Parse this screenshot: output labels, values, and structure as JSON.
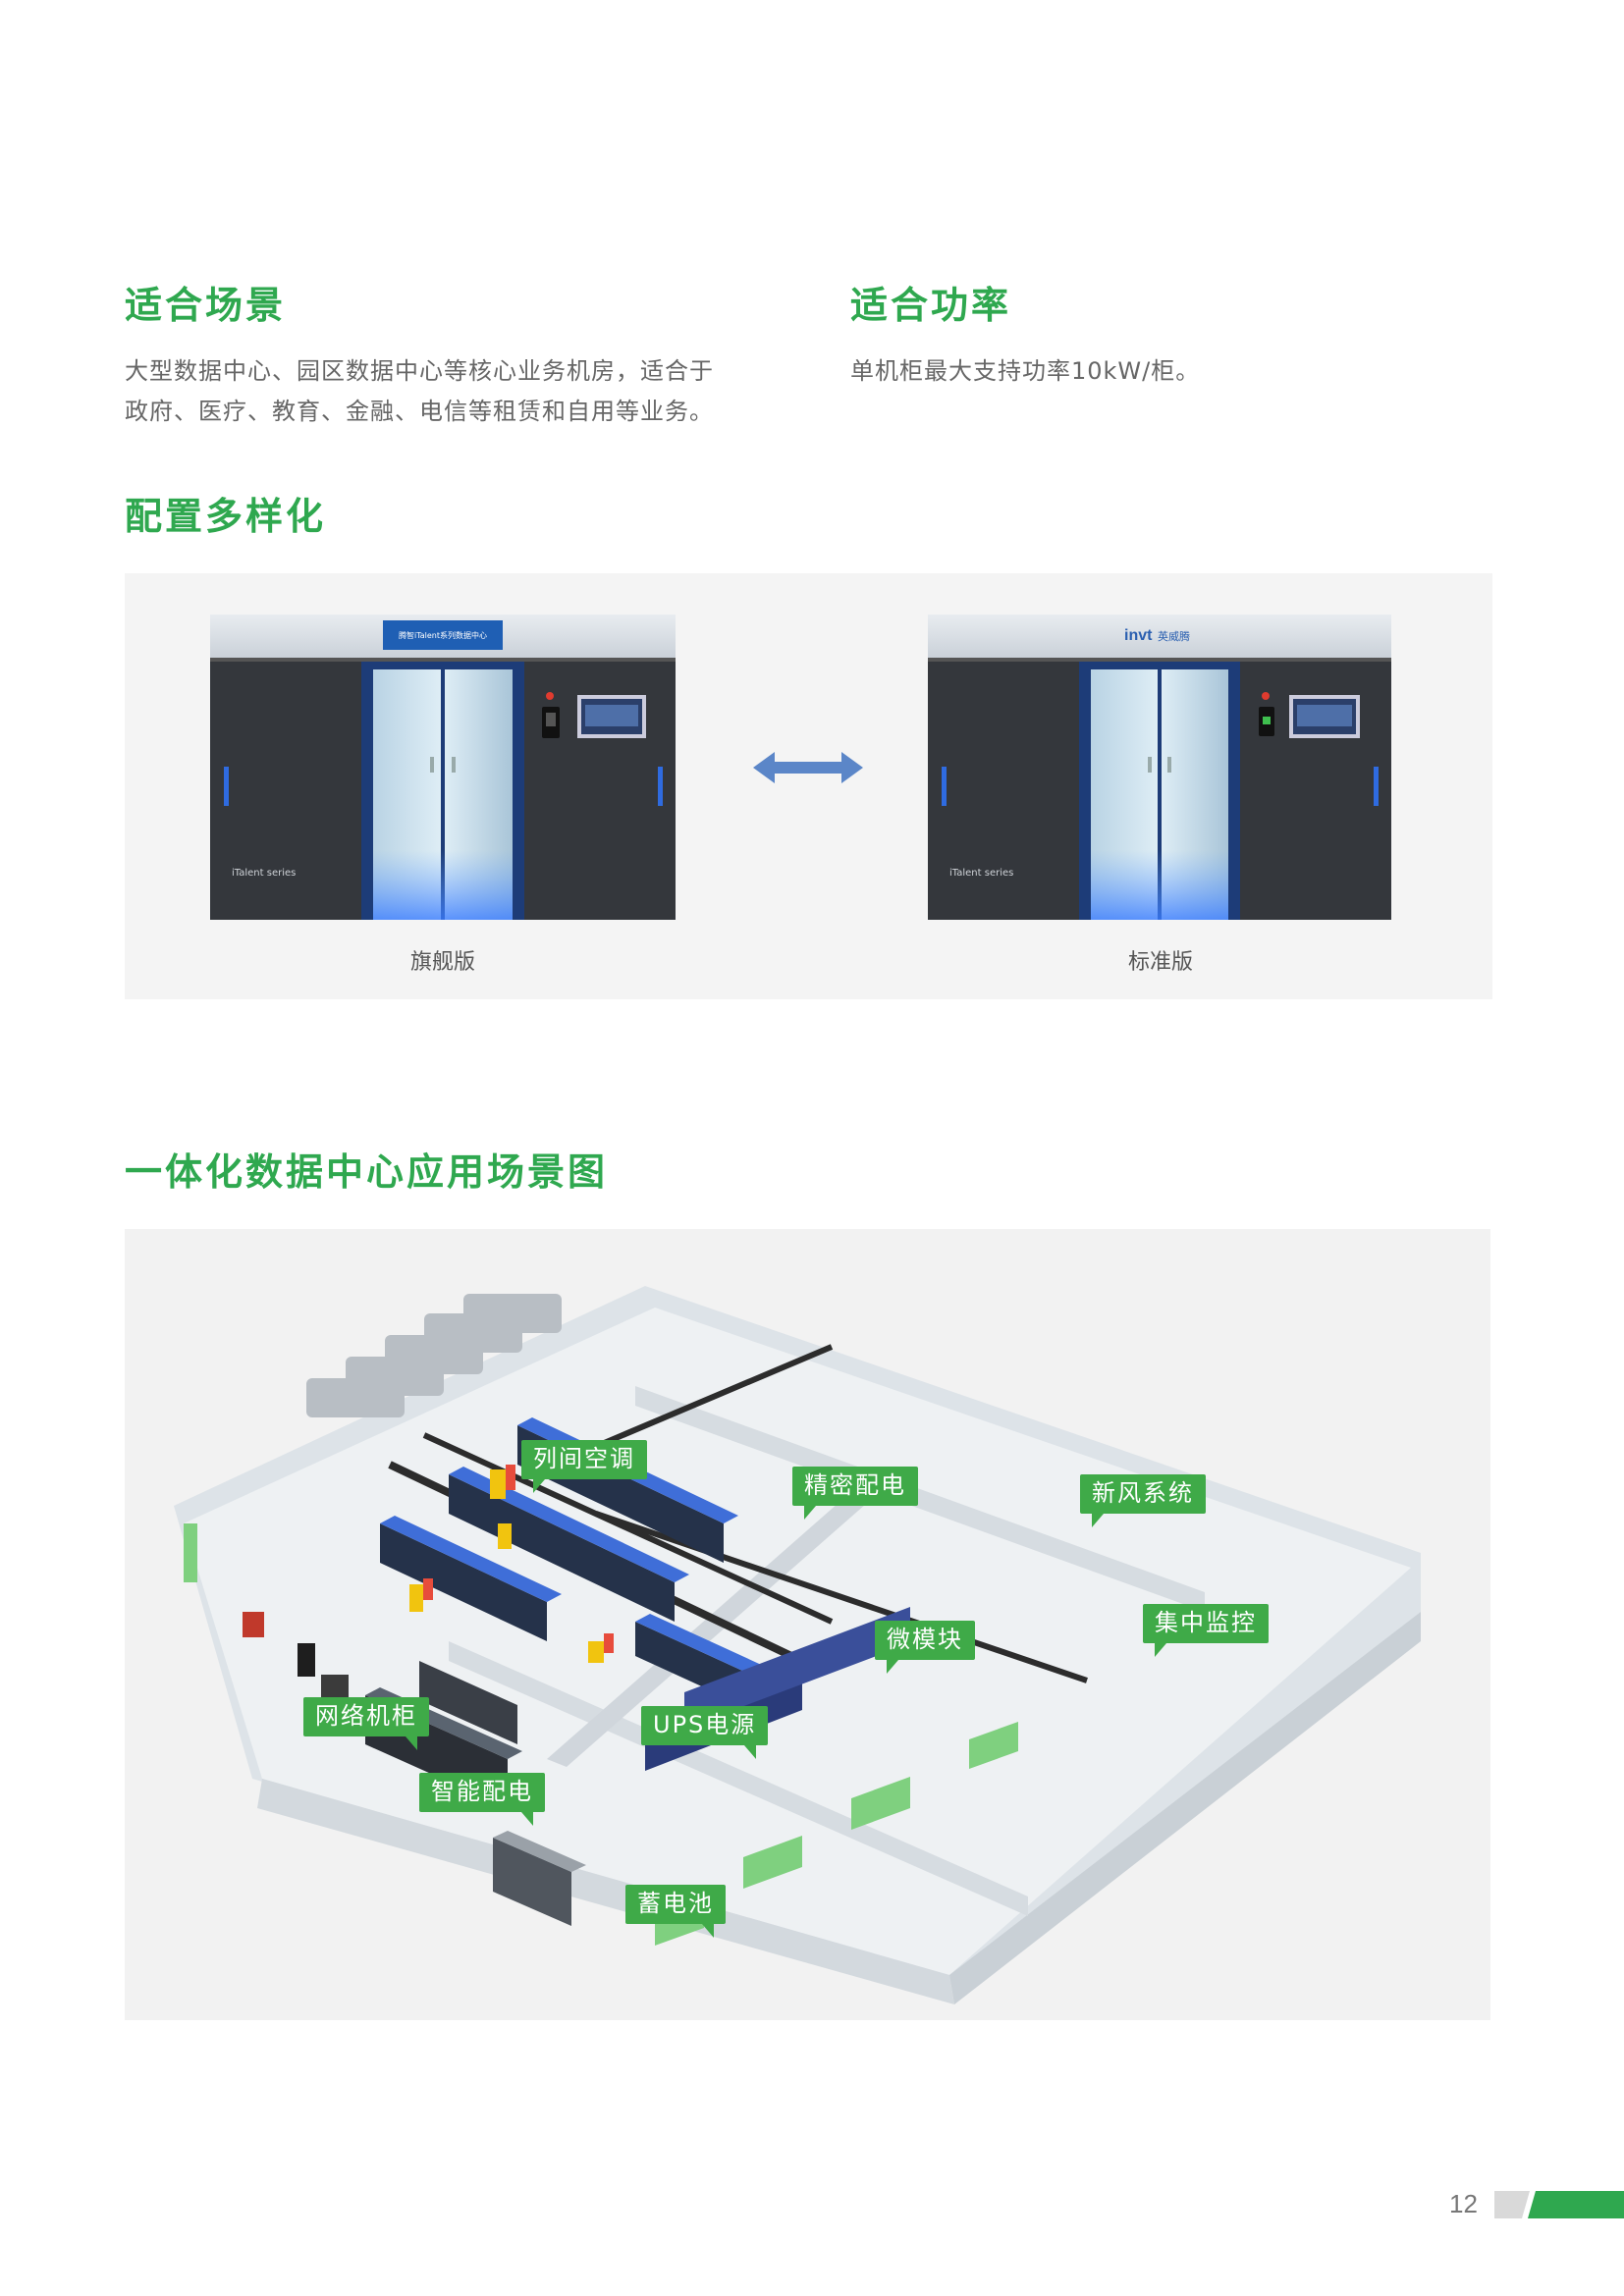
{
  "suitable_scenarios": {
    "title": "适合场景",
    "lines": [
      "大型数据中心、园区数据中心等核心业务机房，适合于",
      "政府、医疗、教育、金融、电信等租赁和自用等业务。"
    ]
  },
  "suitable_power": {
    "title": "适合功率",
    "text": "单机柜最大支持功率10kW/柜。"
  },
  "config": {
    "title": "配置多样化",
    "flagship": {
      "caption": "旗舰版",
      "series_label": "iTalent series",
      "banner_text": "腾智iTalent系列数据中心"
    },
    "standard": {
      "caption": "标准版",
      "series_label": "iTalent series",
      "brand_logo": "invt",
      "brand_cn": "英威腾"
    }
  },
  "scene": {
    "title": "一体化数据中心应用场景图",
    "labels": {
      "row_ac": "列间空调",
      "precision_power": "精密配电",
      "fresh_air": "新风系统",
      "micro_module": "微模块",
      "central_monitor": "集中监控",
      "network_cabinet": "网络机柜",
      "ups_power": "UPS电源",
      "smart_power": "智能配电",
      "battery": "蓄电池"
    }
  },
  "footer": {
    "page_number": "12",
    "accent_color": "#2fa84f"
  }
}
